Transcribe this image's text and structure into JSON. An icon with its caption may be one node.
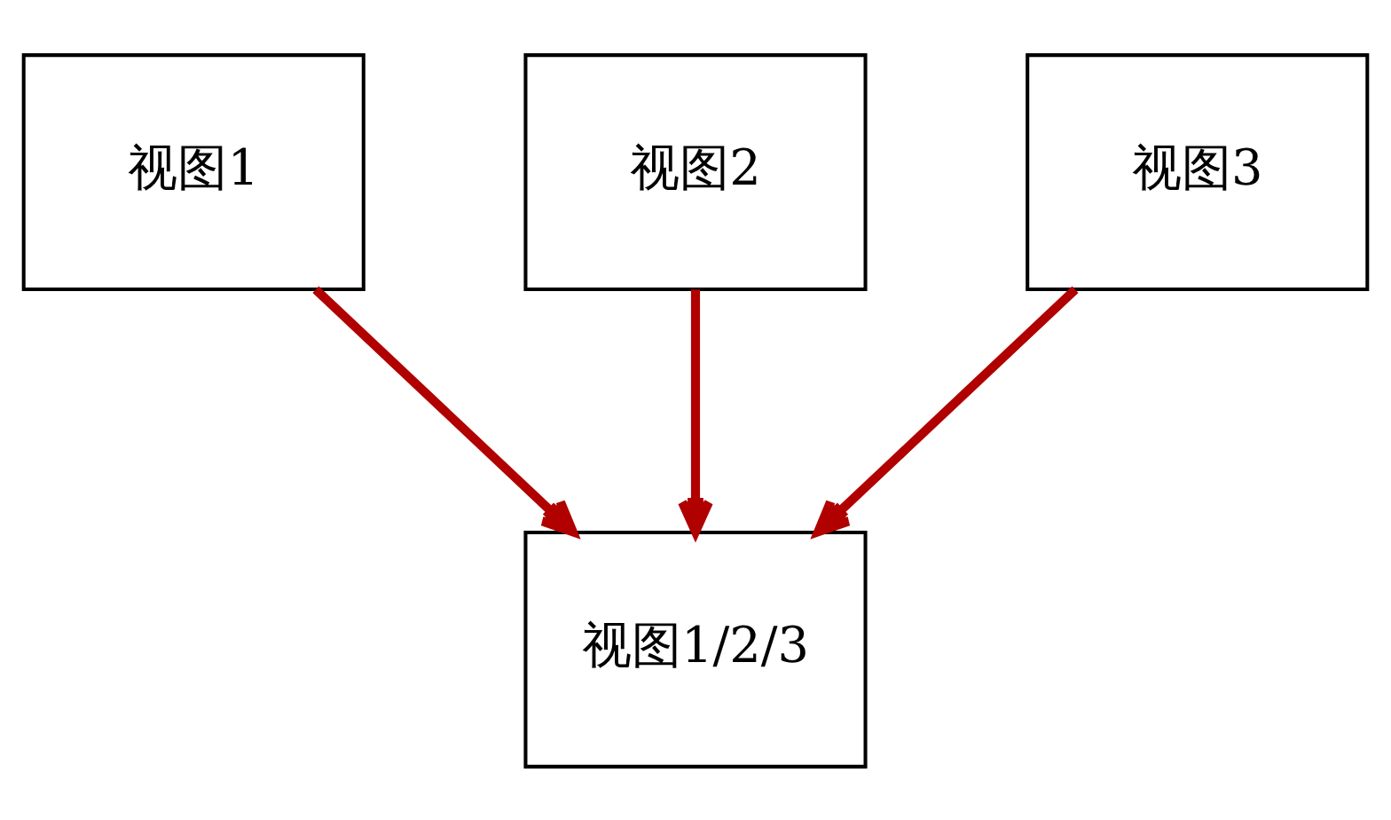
{
  "diagram": {
    "nodes": [
      {
        "text": [
          "视图1"
        ]
      },
      {
        "text": [
          "视图2"
        ]
      },
      {
        "text": [
          "视图3"
        ]
      },
      {
        "text": [
          "视图1/2/3"
        ]
      }
    ],
    "edges": [
      {
        "from": 0,
        "to": 3,
        "arrow": "to"
      },
      {
        "from": 1,
        "to": 3,
        "arrow": "to"
      },
      {
        "from": 2,
        "to": 3,
        "arrow": "to"
      }
    ]
  }
}
